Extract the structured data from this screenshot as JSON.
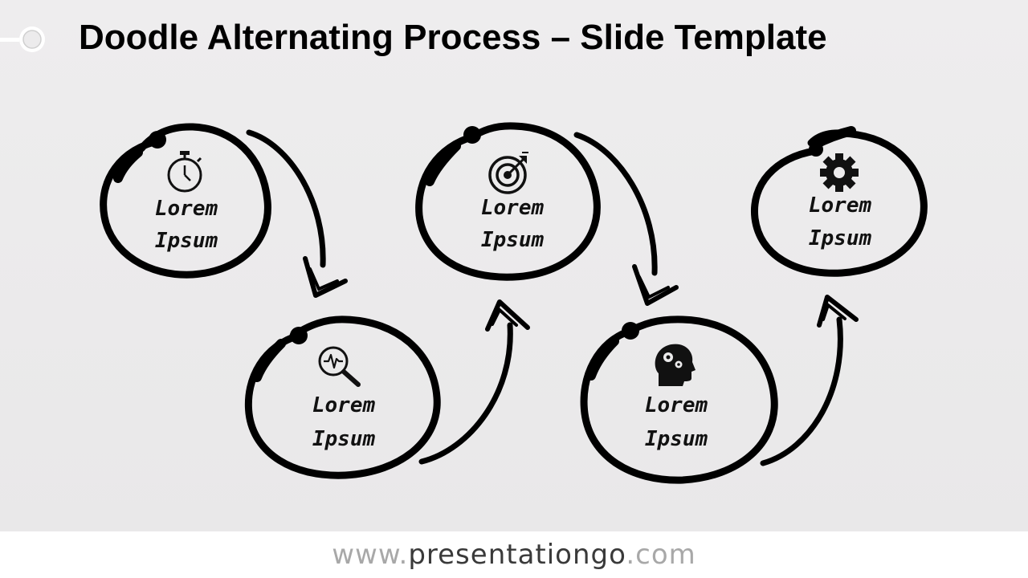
{
  "slide": {
    "title": "Doodle Alternating Process – Slide Template"
  },
  "steps": [
    {
      "icon": "stopwatch-icon",
      "line1": "Lorem",
      "line2": "Ipsum"
    },
    {
      "icon": "magnifier-pulse-icon",
      "line1": "Lorem",
      "line2": "Ipsum"
    },
    {
      "icon": "target-icon",
      "line1": "Lorem",
      "line2": "Ipsum"
    },
    {
      "icon": "head-gears-icon",
      "line1": "Lorem",
      "line2": "Ipsum"
    },
    {
      "icon": "gear-icon",
      "line1": "Lorem",
      "line2": "Ipsum"
    }
  ],
  "footer": {
    "prefix": "www.",
    "domain": "presentationgo",
    "suffix": ".com"
  },
  "colors": {
    "ink": "#000000",
    "background": "#ecebec",
    "footer_muted": "#a8a8a8",
    "footer_strong": "#3a3a3a"
  }
}
